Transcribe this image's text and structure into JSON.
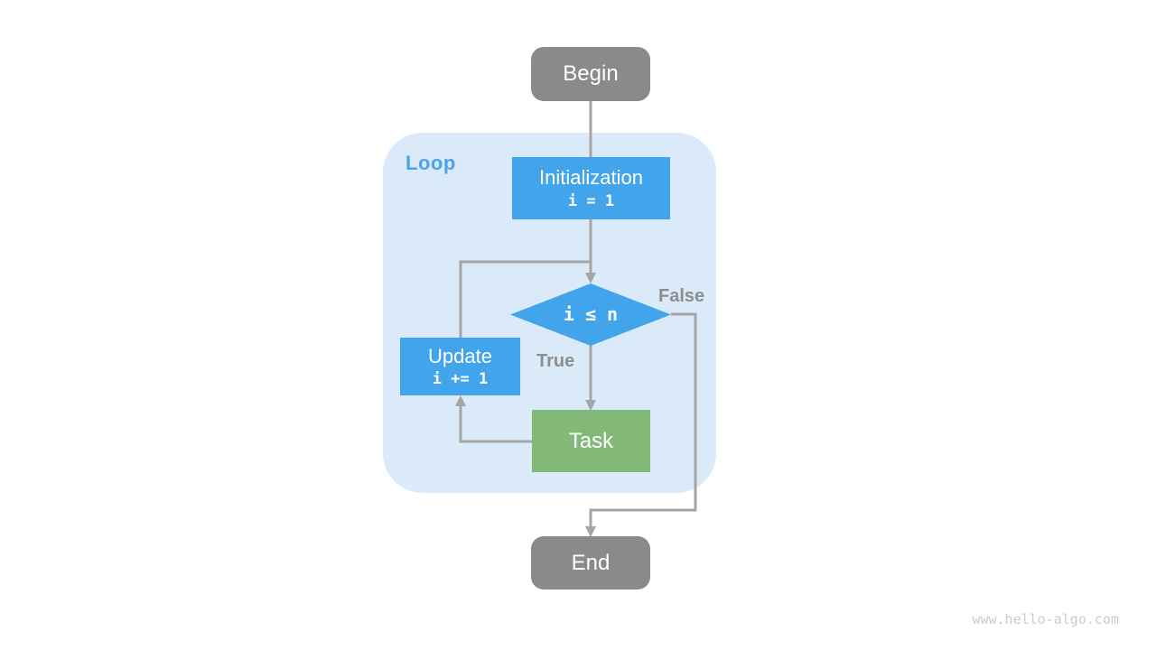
{
  "diagram": {
    "title_semantic": "iteration-loop-flowchart",
    "loop_label": "Loop",
    "nodes": {
      "begin": {
        "label": "Begin",
        "type": "terminal"
      },
      "initialization": {
        "label": "Initialization",
        "code": "i = 1",
        "type": "process"
      },
      "condition": {
        "label": "i ≤ n",
        "type": "decision"
      },
      "update": {
        "label": "Update",
        "code": "i += 1",
        "type": "process"
      },
      "task": {
        "label": "Task",
        "type": "process"
      },
      "end": {
        "label": "End",
        "type": "terminal"
      }
    },
    "edge_labels": {
      "true_branch": "True",
      "false_branch": "False"
    },
    "edges": [
      "begin -> initialization",
      "initialization -> condition",
      "condition -> task (True)",
      "task -> update",
      "update -> condition",
      "condition -> end (False)"
    ],
    "watermark": "www.hello-algo.com",
    "colors": {
      "terminal_gray": "#8A8A8A",
      "process_blue": "#42A4EA",
      "task_green": "#82B878",
      "loop_background": "#DAEAF9",
      "loop_label_blue": "#4BA3E8",
      "edge_gray": "#A5A5A5",
      "edge_label_gray": "#8D8D8D",
      "watermark_gray": "#CBCBCB",
      "node_text": "#FFFFFF"
    }
  }
}
